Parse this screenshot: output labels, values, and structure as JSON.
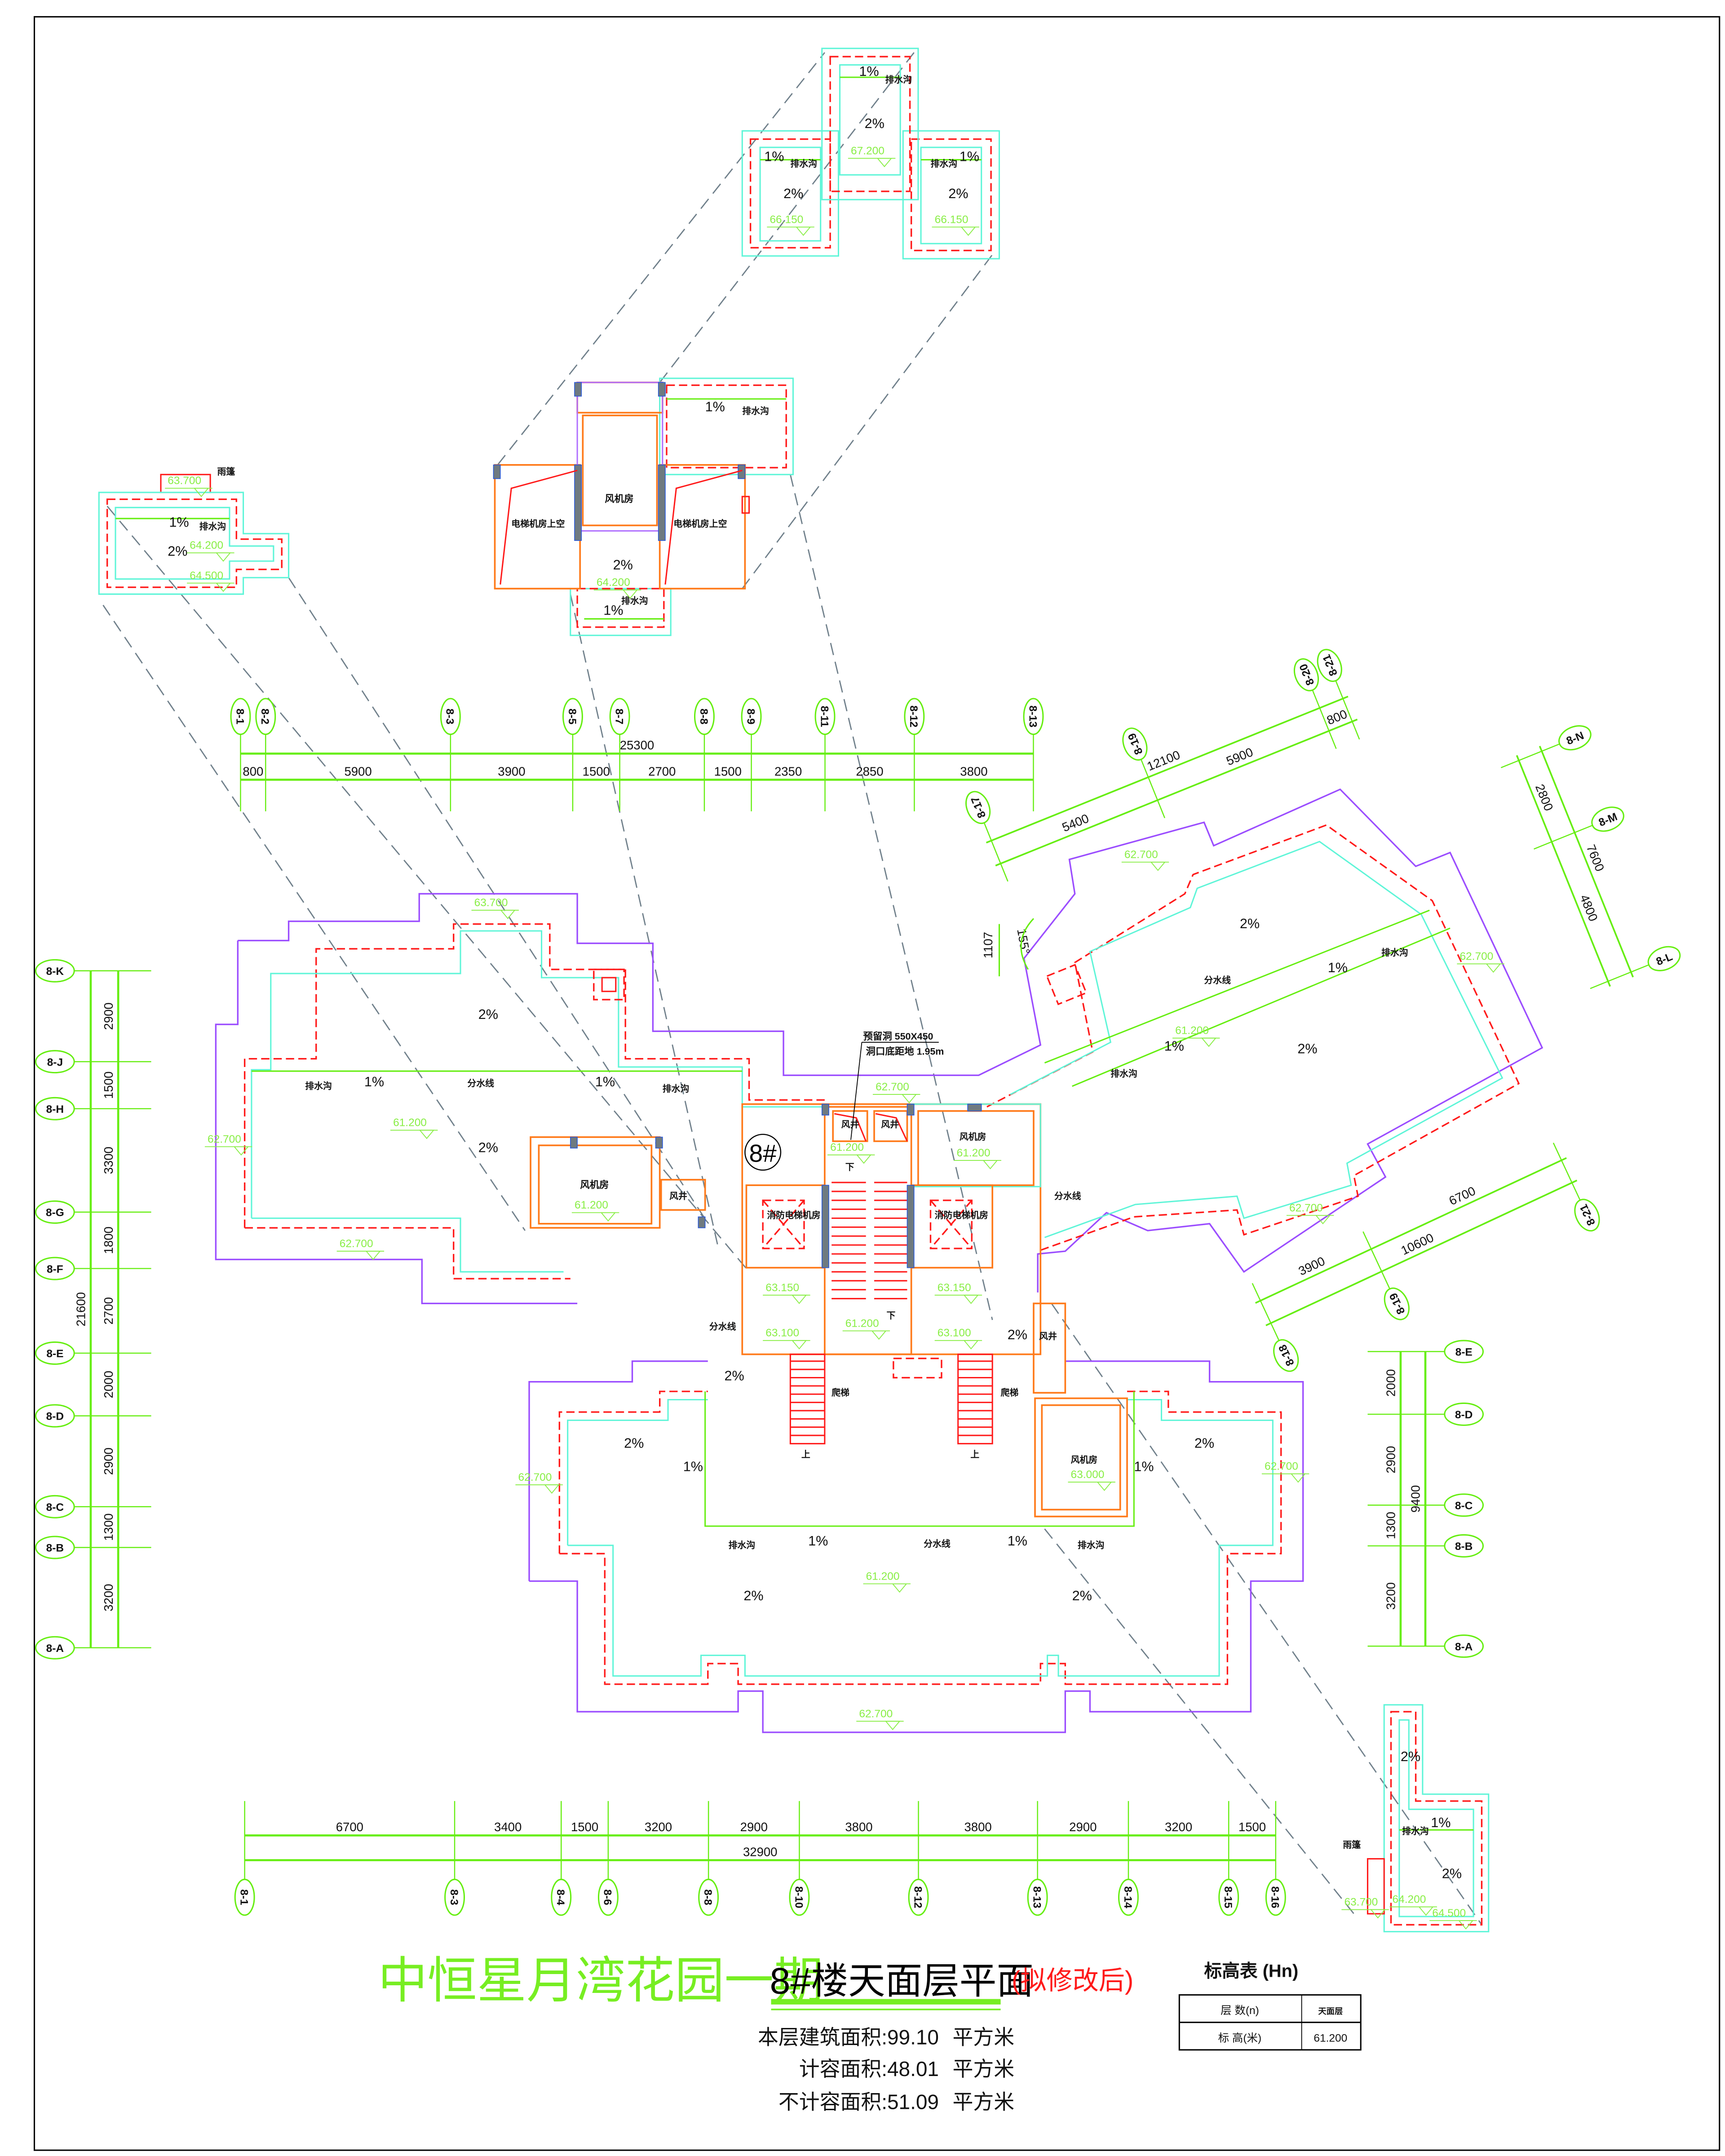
{
  "title": {
    "project": "中恒星月湾花园一期",
    "drawing": "8#楼天面层平面",
    "status": "(拟修改后)"
  },
  "areas": [
    {
      "label": "本层建筑面积:",
      "value": "99.10",
      "unit": "平方米"
    },
    {
      "label": "计容面积:",
      "value": "48.01",
      "unit": "平方米"
    },
    {
      "label": "不计容面积:",
      "value": "51.09",
      "unit": "平方米"
    }
  ],
  "elevation_table": {
    "title": "标高表 (Hn)",
    "row1_label": "层 数(n)",
    "row1_value": "天面层",
    "row2_label": "标 高(米)",
    "row2_value": "61.200"
  },
  "building_tag": "8#",
  "notes": {
    "opening": "预留洞 550X450",
    "opening_height": "洞口底距地 1.95m"
  },
  "rooms": {
    "fan_room": "风机房",
    "shaft": "风井",
    "elevator_room": "消防电梯机房",
    "elevator_void": "电梯机房上空",
    "ladder": "爬梯",
    "up": "上",
    "down": "下"
  },
  "terms": {
    "drain": "排水沟",
    "ridge": "分水线",
    "canopy": "雨篷"
  },
  "slopes": {
    "s1": "1%",
    "s2": "2%"
  },
  "elevations": {
    "e61200": "61.200",
    "e62700": "62.700",
    "e63000": "63.000",
    "e63100": "63.100",
    "e63150": "63.150",
    "e63700": "63.700",
    "e64200": "64.200",
    "e64500": "64.500",
    "e66150": "66.150",
    "e67200": "67.200"
  },
  "angle_dim": {
    "length": "1107",
    "angle": "155°"
  },
  "axes": {
    "top": {
      "labels": [
        "8-1",
        "8-2",
        "8-3",
        "8-5",
        "8-7",
        "8-8",
        "8-9",
        "8-11",
        "8-12",
        "8-13"
      ],
      "dims": [
        "800",
        "5900",
        "3900",
        "1500",
        "2700",
        "1500",
        "2350",
        "2850",
        "3800"
      ],
      "total": "25300"
    },
    "bottom": {
      "labels": [
        "8-1",
        "8-3",
        "8-4",
        "8-6",
        "8-8",
        "8-10",
        "8-12",
        "8-13",
        "8-14",
        "8-15",
        "8-16"
      ],
      "dims": [
        "6700",
        "3400",
        "1500",
        "3200",
        "2900",
        "3800",
        "3800",
        "2900",
        "3200",
        "1500"
      ],
      "total": "32900"
    },
    "left": {
      "labels": [
        "8-K",
        "8-J",
        "8-H",
        "8-G",
        "8-F",
        "8-E",
        "8-D",
        "8-C",
        "8-B",
        "8-A"
      ],
      "dims": [
        "2900",
        "1500",
        "3300",
        "1800",
        "2700",
        "2000",
        "2900",
        "1300",
        "3200"
      ],
      "total": "21600"
    },
    "right": {
      "labels": [
        "8-E",
        "8-D",
        "8-C",
        "8-B",
        "8-A"
      ],
      "dims": [
        "2000",
        "2900",
        "1300",
        "3200"
      ],
      "total": "9400"
    },
    "rot_ne": {
      "labels": [
        "8-17",
        "8-19",
        "8-20",
        "8-21"
      ],
      "dims": [
        "5400",
        "5900",
        "800"
      ],
      "total": "12100"
    },
    "rot_e": {
      "labels": [
        "8-N",
        "8-M",
        "8-L"
      ],
      "dims": [
        "2800",
        "4800"
      ],
      "total": "7600"
    },
    "rot_se": {
      "labels": [
        "8-18",
        "8-19",
        "8-21"
      ],
      "dims": [
        "3900",
        "6700"
      ],
      "total": "10600"
    }
  }
}
